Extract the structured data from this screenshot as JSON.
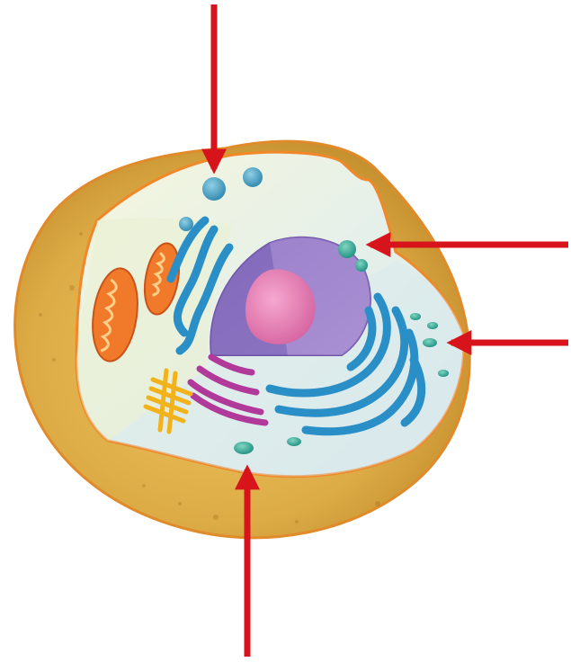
{
  "diagram": {
    "labels": [],
    "arrows": [
      {
        "id": "top",
        "points_to": "vesicle-top"
      },
      {
        "id": "right-upper",
        "points_to": "vesicle-right-upper"
      },
      {
        "id": "right-lower",
        "points_to": "vesicle-right-lower"
      },
      {
        "id": "bottom",
        "points_to": "vesicle-bottom"
      }
    ]
  },
  "colors": {
    "arrow": "#d7141c",
    "membrane_outer": "#d9a43c",
    "membrane_edge": "#f0882a",
    "cytoplasm": "#eef4e4",
    "nucleus": "#9a7fc6",
    "nucleolus": "#e57fb4",
    "er": "#2a8fc7",
    "golgi": "#b0399a",
    "mitochondria": "#f07a2a",
    "centriole": "#f2b21c",
    "vesicle": "#4fa3c9"
  }
}
